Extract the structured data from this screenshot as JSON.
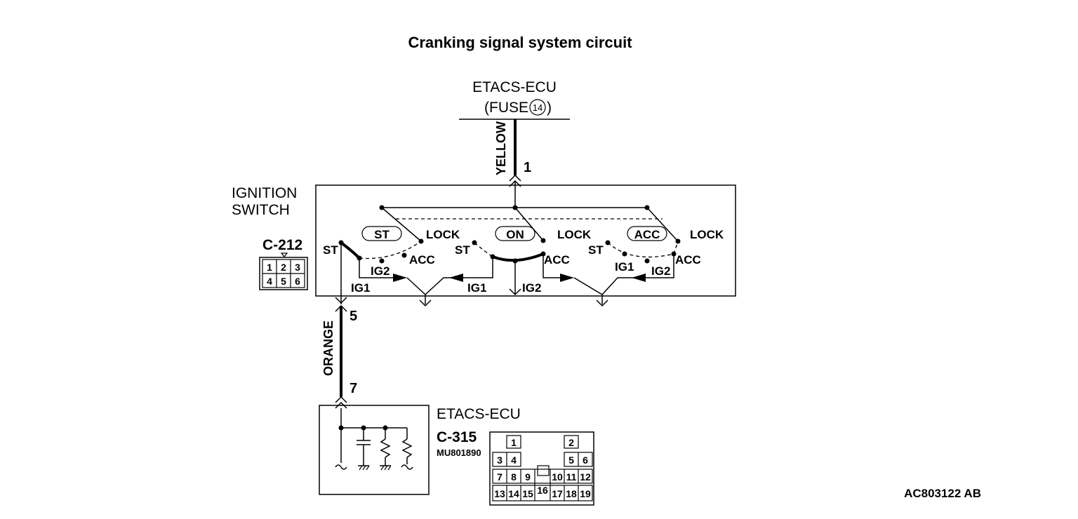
{
  "title": "Cranking signal system circuit",
  "top_component": {
    "name": "ETACS-ECU",
    "fuse_prefix": "(FUSE",
    "fuse_number": "14",
    "fuse_suffix": ")"
  },
  "wire_top": {
    "color": "YELLOW",
    "pin": "1"
  },
  "ignition_switch": {
    "name_line1": "IGNITION",
    "name_line2": "SWITCH",
    "connector": "C-212",
    "connector_pins": [
      "1",
      "2",
      "3",
      "4",
      "5",
      "6"
    ],
    "positions": [
      {
        "label": "ST",
        "terminals": {
          "st": "ST",
          "lock": "LOCK",
          "acc": "ACC",
          "ig2": "IG2",
          "ig1": "IG1"
        }
      },
      {
        "label": "ON",
        "terminals": {
          "st": "ST",
          "lock": "LOCK",
          "acc": "ACC",
          "ig1": "IG1",
          "ig2": "IG2"
        }
      },
      {
        "label": "ACC",
        "terminals": {
          "st": "ST",
          "lock": "LOCK",
          "acc": "ACC",
          "ig1": "IG1",
          "ig2": "IG2"
        }
      }
    ]
  },
  "wire_bottom": {
    "color": "ORANGE",
    "pin_top": "5",
    "pin_bottom": "7"
  },
  "bottom_component": {
    "name": "ETACS-ECU",
    "connector": "C-315",
    "part_number": "MU801890",
    "connector_pins": [
      "1",
      "2",
      "3",
      "4",
      "5",
      "6",
      "7",
      "8",
      "9",
      "10",
      "11",
      "12",
      "13",
      "14",
      "15",
      "16",
      "17",
      "18",
      "19"
    ]
  },
  "figure_code": "AC803122 AB"
}
